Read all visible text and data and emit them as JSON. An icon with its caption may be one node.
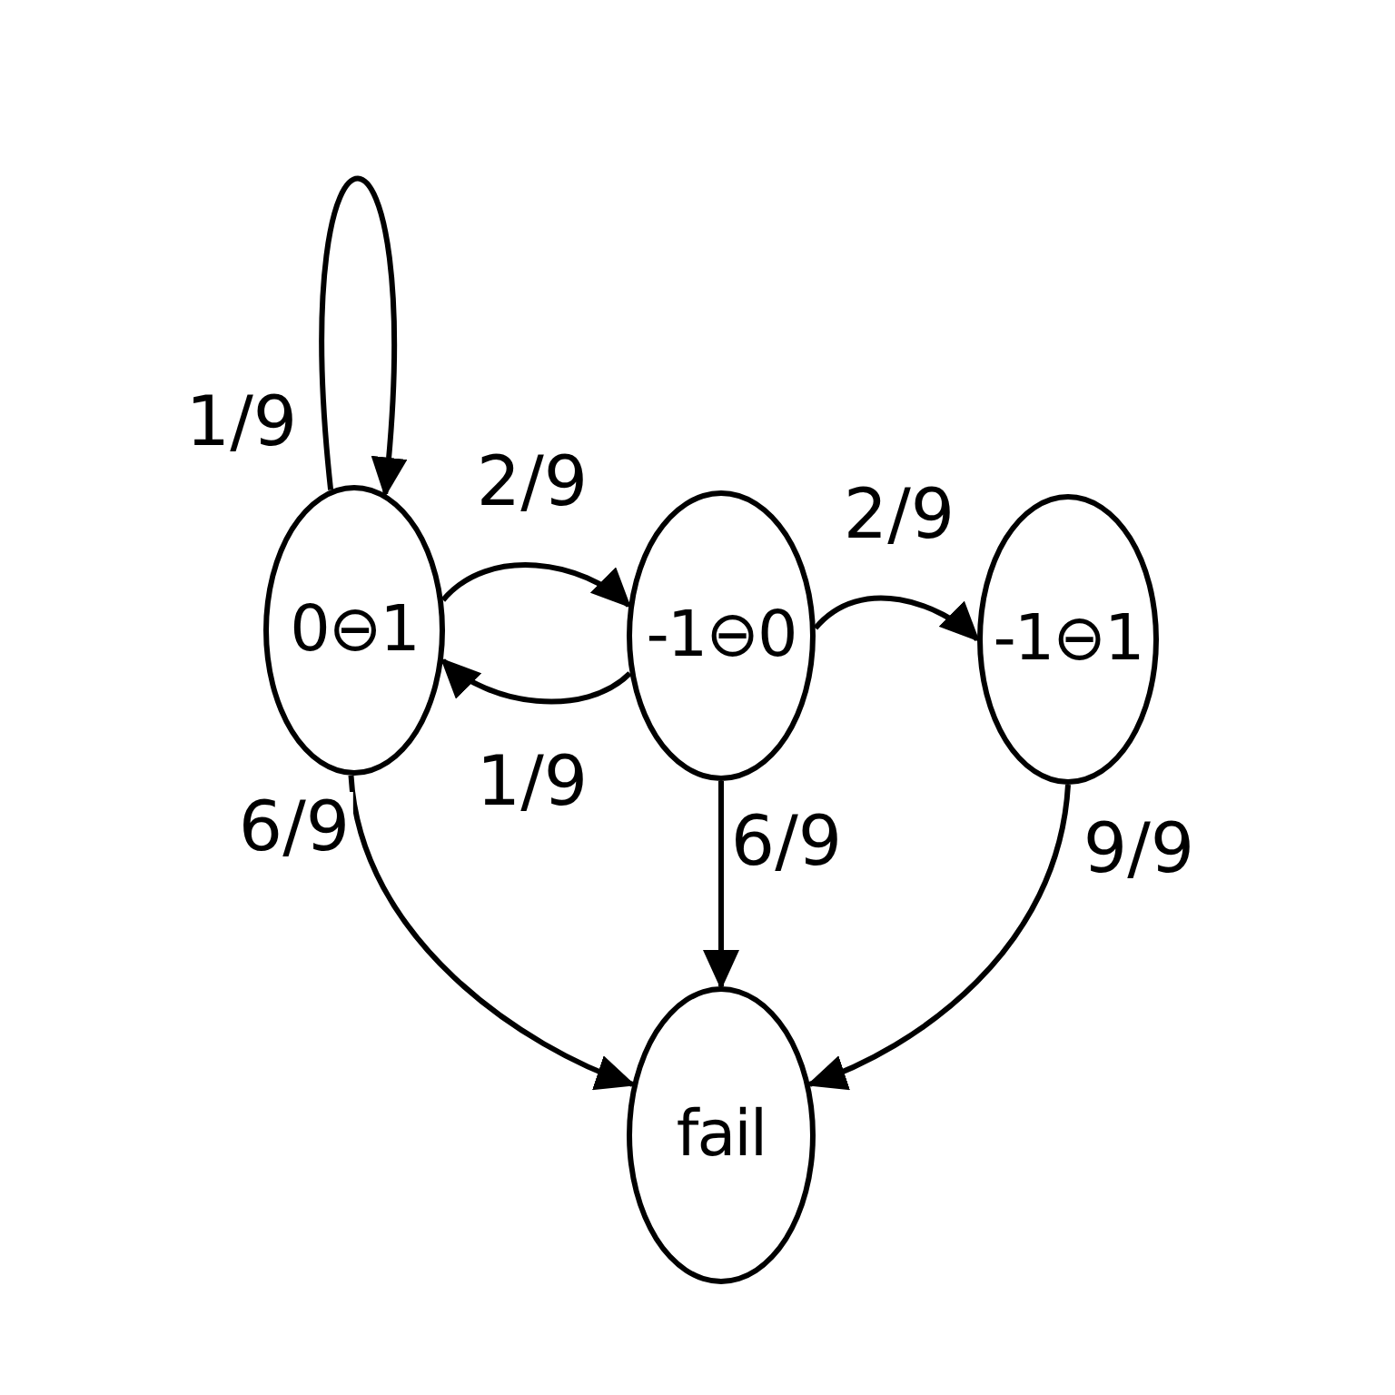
{
  "diagram": {
    "nodes": [
      {
        "text": [
          "0⊖1"
        ]
      },
      {
        "text": [
          "-1⊖0"
        ]
      },
      {
        "text": [
          "-1⊖1"
        ]
      },
      {
        "text": [
          "fail"
        ]
      }
    ],
    "edges": [
      {
        "from": 0,
        "to": 0,
        "arrow": "to",
        "label": "1/9"
      },
      {
        "from": 0,
        "to": 1,
        "arrow": "to",
        "label": "2/9"
      },
      {
        "from": 1,
        "to": 0,
        "arrow": "to",
        "label": "1/9"
      },
      {
        "from": 1,
        "to": 2,
        "arrow": "to",
        "label": "2/9"
      },
      {
        "from": 0,
        "to": 3,
        "arrow": "to",
        "label": "6/9"
      },
      {
        "from": 1,
        "to": 3,
        "arrow": "to",
        "label": "6/9"
      },
      {
        "from": 2,
        "to": 3,
        "arrow": "to",
        "label": "9/9"
      }
    ]
  }
}
